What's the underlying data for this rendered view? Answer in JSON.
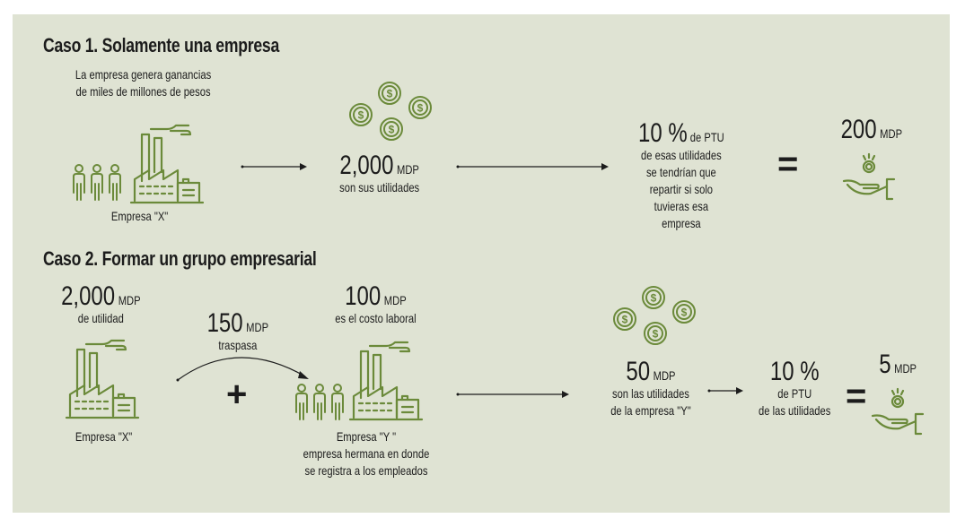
{
  "colors": {
    "panel": "#dfe3d3",
    "icon": "#6b8a3a",
    "text": "#1c1c1c"
  },
  "case1": {
    "title": "Caso 1. Solamente una empresa",
    "intro_line1": "La empresa genera ganancias",
    "intro_line2": "de miles de millones de pesos",
    "company_label": "Empresa \"X\"",
    "profit_value": "2,000",
    "profit_unit": "MDP",
    "profit_caption": "son sus utilidades",
    "ptu_value": "10 %",
    "ptu_unit": "de PTU",
    "ptu_line2": "de  esas utilidades",
    "ptu_line3": "se tendrían que",
    "ptu_line4": "repartir si solo",
    "ptu_line5": "tuvieras esa",
    "ptu_line6": "empresa",
    "equals": "=",
    "result_value": "200",
    "result_unit": "MDP"
  },
  "case2": {
    "title": "Caso 2. Formar un grupo empresarial",
    "profit_value": "2,000",
    "profit_unit": "MDP",
    "profit_caption": "de utilidad",
    "company_x_label": "Empresa \"X\"",
    "transfer_value": "150",
    "transfer_unit": "MDP",
    "transfer_caption": "traspasa",
    "plus": "+",
    "labor_value": "100",
    "labor_unit": "MDP",
    "labor_caption": "es el costo laboral",
    "company_y_label": "Empresa \"Y \"",
    "company_y_line2": "empresa hermana en donde",
    "company_y_line3": "se registra a los empleados",
    "y_profit_value": "50",
    "y_profit_unit": "MDP",
    "y_profit_line1": "son las utilidades",
    "y_profit_line2": "de la empresa \"Y\"",
    "ptu_value": "10 %",
    "ptu_line1": "de PTU",
    "ptu_line2": "de las utilidades",
    "equals": "=",
    "result_value": "5",
    "result_unit": "MDP"
  }
}
